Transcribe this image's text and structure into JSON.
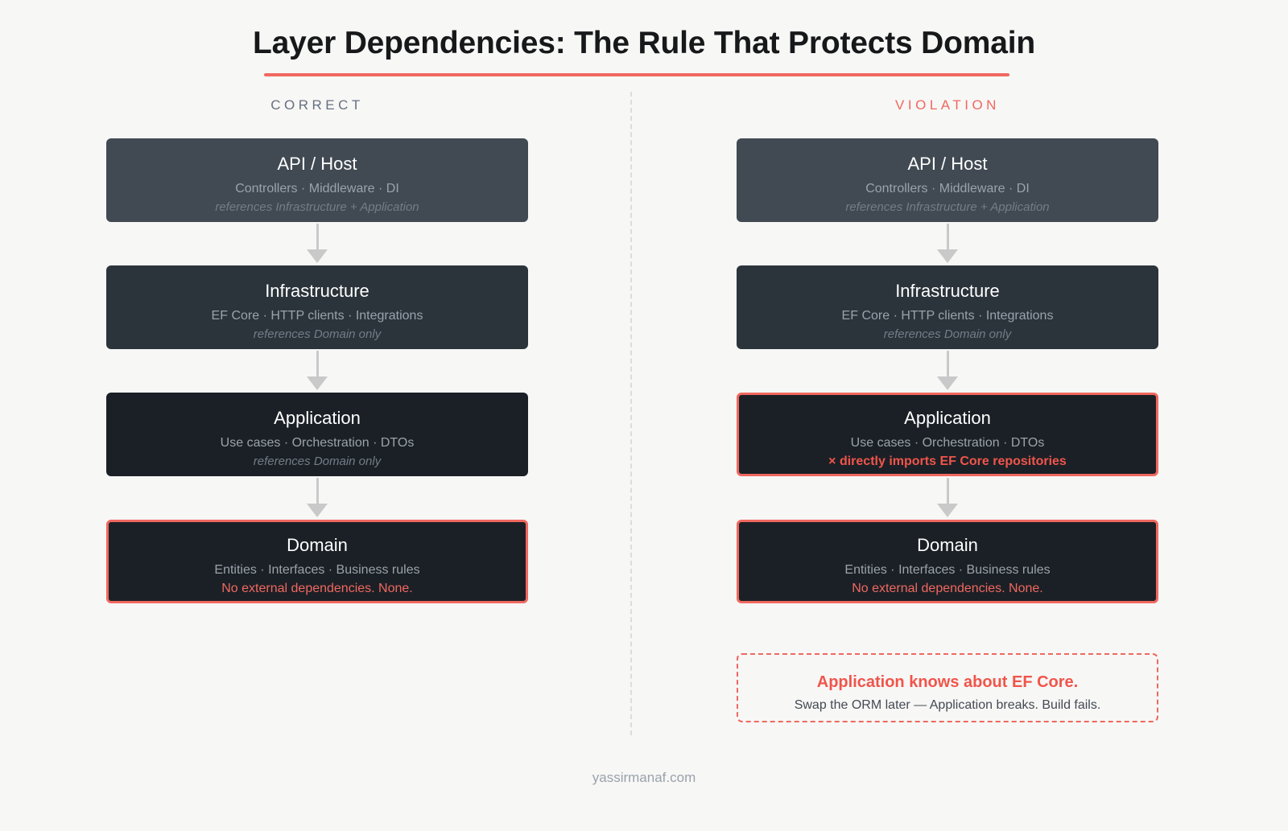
{
  "title": "Layer Dependencies: The Rule That Protects Domain",
  "accent_color": "#f0685f",
  "background_color": "#f7f7f6",
  "columns": {
    "correct": {
      "heading": "CORRECT",
      "layers": [
        {
          "name": "API / Host",
          "sub": "Controllers · Middleware · DI",
          "note": "references Infrastructure + Application"
        },
        {
          "name": "Infrastructure",
          "sub": "EF Core · HTTP clients · Integrations",
          "note": "references Domain only"
        },
        {
          "name": "Application",
          "sub": "Use cases · Orchestration · DTOs",
          "note": "references Domain only"
        },
        {
          "name": "Domain",
          "sub": "Entities · Interfaces · Business rules",
          "note": "No external dependencies. None."
        }
      ]
    },
    "violation": {
      "heading": "VIOLATION",
      "layers": [
        {
          "name": "API / Host",
          "sub": "Controllers · Middleware · DI",
          "note": "references Infrastructure + Application"
        },
        {
          "name": "Infrastructure",
          "sub": "EF Core · HTTP clients · Integrations",
          "note": "references Domain only"
        },
        {
          "name": "Application",
          "sub": "Use cases · Orchestration · DTOs",
          "note": "× directly imports EF Core repositories"
        },
        {
          "name": "Domain",
          "sub": "Entities · Interfaces · Business rules",
          "note": "No external dependencies. None."
        }
      ],
      "callout": {
        "title": "Application knows about EF Core.",
        "body": "Swap the ORM later — Application breaks. Build fails."
      }
    }
  },
  "footer": "yassirmanaf.com"
}
